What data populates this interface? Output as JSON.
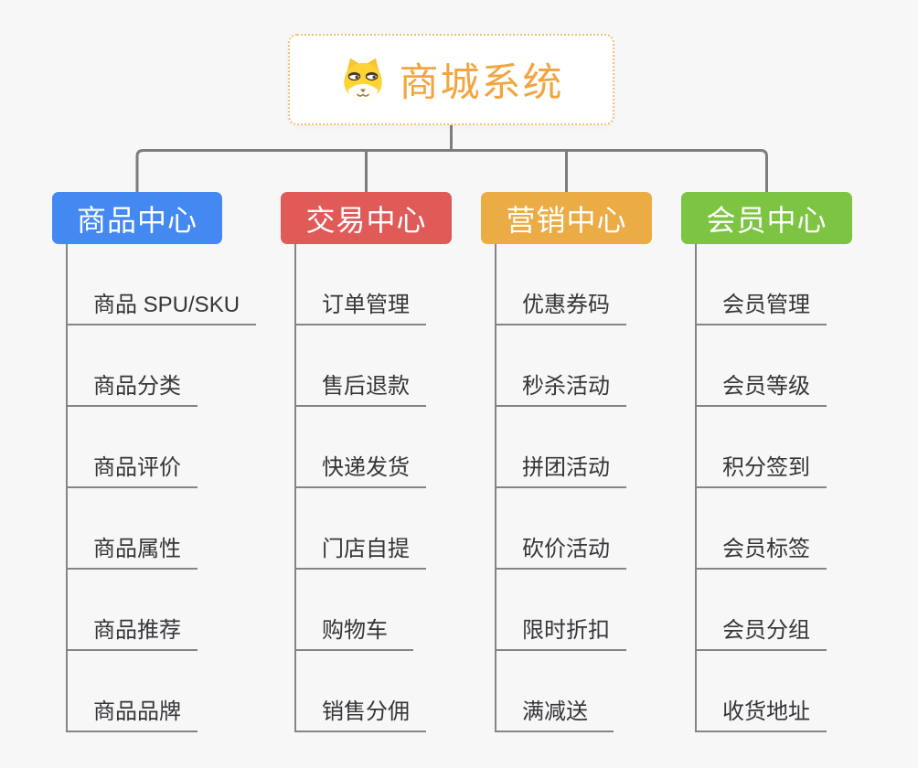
{
  "root": {
    "title": "商城系统",
    "icon": "doge-icon"
  },
  "branches": [
    {
      "label": "商品中心",
      "color": "#4489f2",
      "items": [
        "商品 SPU/SKU",
        "商品分类",
        "商品评价",
        "商品属性",
        "商品推荐",
        "商品品牌"
      ]
    },
    {
      "label": "交易中心",
      "color": "#e05a57",
      "items": [
        "订单管理",
        "售后退款",
        "快递发货",
        "门店自提",
        "购物车",
        "销售分佣"
      ]
    },
    {
      "label": "营销中心",
      "color": "#ebac45",
      "items": [
        "优惠券码",
        "秒杀活动",
        "拼团活动",
        "砍价活动",
        "限时折扣",
        "满减送"
      ]
    },
    {
      "label": "会员中心",
      "color": "#7cc442",
      "items": [
        "会员管理",
        "会员等级",
        "积分签到",
        "会员标签",
        "会员分组",
        "收货地址"
      ]
    }
  ],
  "colors": {
    "background": "#f7f7f7",
    "root_text": "#f2a53f",
    "root_border": "#f2c170",
    "connector": "#7d7d7d",
    "branch_line": "#858585",
    "child_text": "#35353a"
  }
}
